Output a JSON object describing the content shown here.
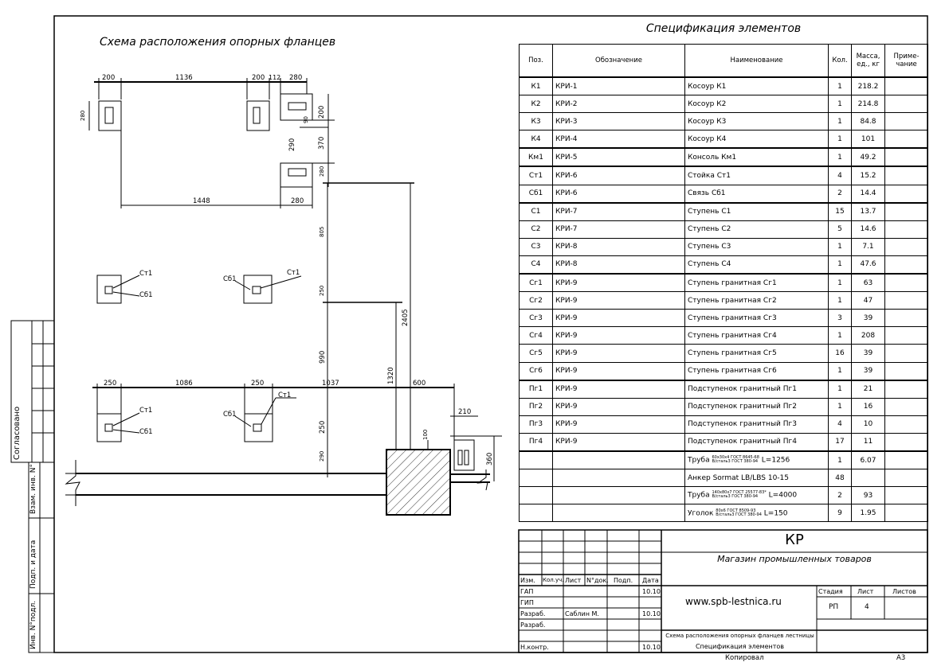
{
  "drawing": {
    "title": "Схема расположения опорных фланцев",
    "dims": {
      "top_200_a": "200",
      "top_1136": "1136",
      "top_200_b": "200",
      "top_112": "112",
      "top_280": "280",
      "left_280": "280",
      "right_200_a": "200",
      "right_90": "90",
      "right_370": "370",
      "mid_290": "290",
      "mid_280_v": "280",
      "bottom_1448": "1448",
      "bottom_280": "280",
      "v_805": "805",
      "v_250": "250",
      "v_2405": "2405",
      "v_990": "990",
      "v_1320": "1320",
      "h_250_a": "250",
      "h_1086": "1086",
      "h_250_b": "250",
      "h_1037": "1037",
      "h_600": "600",
      "h_210": "210",
      "v_250_b": "250",
      "v_290": "290",
      "v_100": "100",
      "v_360": "360"
    },
    "labels": {
      "st1_a": "Ст1",
      "sb1_a": "Сб1",
      "sb1_b": "Сб1",
      "st1_b": "Ст1",
      "st1_c": "Ст1",
      "sb1_c": "Сб1",
      "sb1_d": "Сб1",
      "st1_d": "Ст1"
    }
  },
  "spec": {
    "title": "Спецификация элементов",
    "headers": [
      "Поз.",
      "Обозначение",
      "Наименование",
      "Кол.",
      "Масса, ед., кг",
      "Приме-чание"
    ],
    "rows": [
      [
        "К1",
        "КРИ-1",
        "Косоур К1",
        "1",
        "218.2",
        ""
      ],
      [
        "К2",
        "КРИ-2",
        "Косоур К2",
        "1",
        "214.8",
        ""
      ],
      [
        "К3",
        "КРИ-3",
        "Косоур К3",
        "1",
        "84.8",
        ""
      ],
      [
        "К4",
        "КРИ-4",
        "Косоур К4",
        "1",
        "101",
        ""
      ],
      [
        "Км1",
        "КРИ-5",
        "Консоль Км1",
        "1",
        "49.2",
        ""
      ],
      [
        "Ст1",
        "КРИ-6",
        "Стойка Ст1",
        "4",
        "15.2",
        ""
      ],
      [
        "Сб1",
        "КРИ-6",
        "Связь Сб1",
        "2",
        "14.4",
        ""
      ],
      [
        "С1",
        "КРИ-7",
        "Ступень С1",
        "15",
        "13.7",
        ""
      ],
      [
        "С2",
        "КРИ-7",
        "Ступень С2",
        "5",
        "14.6",
        ""
      ],
      [
        "С3",
        "КРИ-8",
        "Ступень С3",
        "1",
        "7.1",
        ""
      ],
      [
        "С4",
        "КРИ-8",
        "Ступень С4",
        "1",
        "47.6",
        ""
      ],
      [
        "Сг1",
        "КРИ-9",
        "Ступень гранитная Сг1",
        "1",
        "63",
        ""
      ],
      [
        "Сг2",
        "КРИ-9",
        "Ступень гранитная Сг2",
        "1",
        "47",
        ""
      ],
      [
        "Сг3",
        "КРИ-9",
        "Ступень гранитная Сг3",
        "3",
        "39",
        ""
      ],
      [
        "Сг4",
        "КРИ-9",
        "Ступень гранитная Сг4",
        "1",
        "208",
        ""
      ],
      [
        "Сг5",
        "КРИ-9",
        "Ступень гранитная Сг5",
        "16",
        "39",
        ""
      ],
      [
        "Сг6",
        "КРИ-9",
        "Ступень гранитная Сг6",
        "1",
        "39",
        ""
      ],
      [
        "Пг1",
        "КРИ-9",
        "Подступенок гранитный Пг1",
        "1",
        "21",
        ""
      ],
      [
        "Пг2",
        "КРИ-9",
        "Подступенок гранитный Пг2",
        "1",
        "16",
        ""
      ],
      [
        "Пг3",
        "КРИ-9",
        "Подступенок гранитный Пг3",
        "4",
        "10",
        ""
      ],
      [
        "Пг4",
        "КРИ-9",
        "Подступенок гранитный Пг4",
        "17",
        "11",
        ""
      ]
    ],
    "extra": {
      "pipe1_name": "Труба",
      "pipe1_sup": "60х30х4 ГОСТ 8645-68",
      "pipe1_sub": "В/сталь3 ГОСТ 380-94",
      "pipe1_len": "L=1256",
      "pipe1_qty": "1",
      "pipe1_mass": "6.07",
      "anchor_name": "Анкер Sormat LB/LBS 10-15",
      "anchor_qty": "48",
      "pipe2_name": "Труба",
      "pipe2_sup": "140х80х7 ГОСТ 25577-83*",
      "pipe2_sub": "В/сталь3 ГОСТ 380-94",
      "pipe2_len": "L=4000",
      "pipe2_qty": "2",
      "pipe2_mass": "93",
      "angle_name": "Уголок",
      "angle_sup": "80х6 ГОСТ 8509-93",
      "angle_sub": "В/сталь3 ГОСТ 380-94",
      "angle_len": "L=150",
      "angle_qty": "9",
      "angle_mass": "1.95"
    }
  },
  "titleblock": {
    "code": "КР",
    "object": "Магазин промышленных товаров",
    "url": "www.spb-lestnica.ru",
    "head_izm": "Изм.",
    "head_kol": "Кол.уч.",
    "head_list": "Лист",
    "head_ndok": "N°док.",
    "head_podp": "Подп.",
    "head_data": "Дата",
    "gap": "ГАП",
    "gap_date": "10.10",
    "gip": "ГИП",
    "razrab": "Разраб.",
    "razrab_name": "Саблин М.",
    "razrab_date": "10.10",
    "razrab2": "Разраб.",
    "nkontr": "Н.контр.",
    "nkontr_date": "10.10",
    "stage_h": "Стадия",
    "sheet_h": "Лист",
    "sheets_h": "Листов",
    "stage": "РП",
    "sheet": "4",
    "sheets": "",
    "doc1": "Схема расположения опорных фланцев лестницы",
    "doc2": "Спецификация элементов",
    "copied": "Копировал",
    "format": "А3"
  },
  "side": {
    "agreed": "Согласовано",
    "vzam": "Взам. инв. N°",
    "podp": "Подп. и дата",
    "inv": "Инв. N°подл."
  }
}
